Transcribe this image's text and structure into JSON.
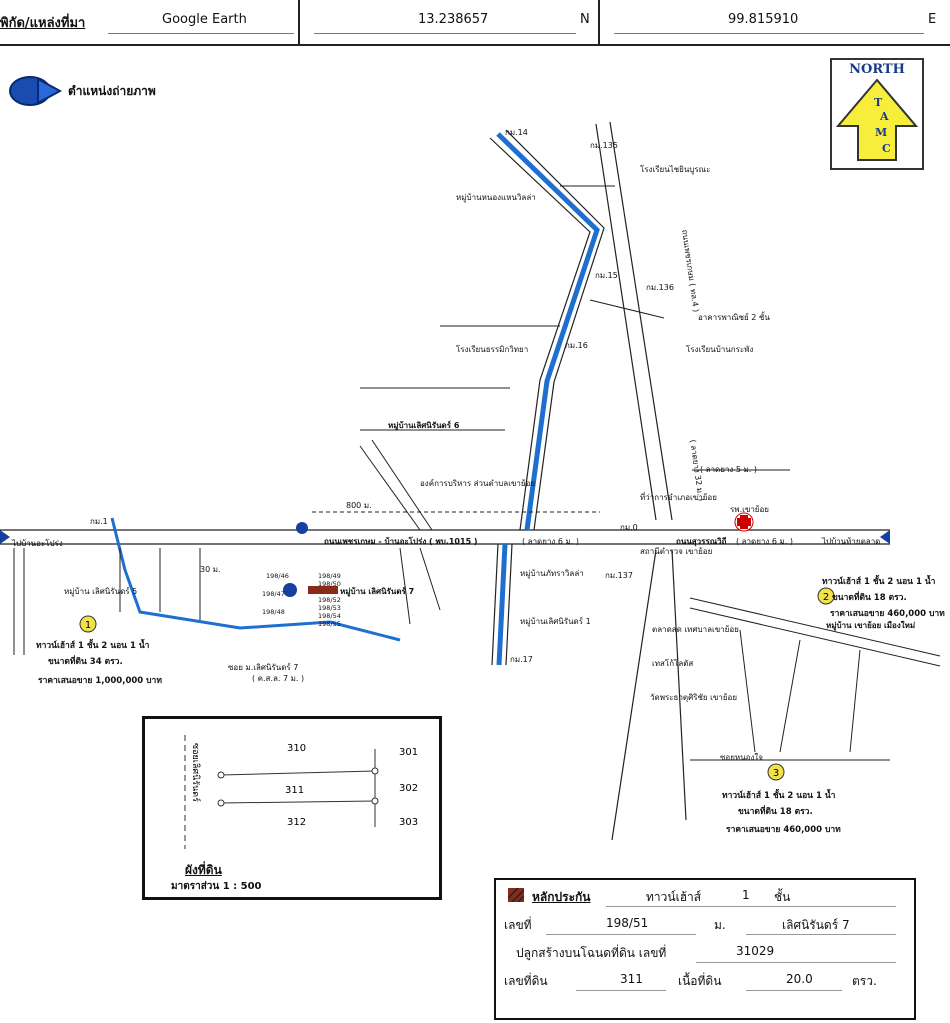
{
  "header": {
    "label": "พิกัด/แหล่งที่มา",
    "source": "Google Earth",
    "lat": "13.238657",
    "lat_dir": "N",
    "lon": "99.815910",
    "lon_dir": "E"
  },
  "legend": {
    "photo_position": "ตำแหน่งถ่ายภาพ"
  },
  "north_arrow": {
    "label": "NORTH",
    "letters": [
      "T",
      "A",
      "M",
      "C"
    ]
  },
  "map_labels": {
    "road_main": "ถนนเพชรเกษม - บ้านอะโปร่ง ( พบ.1015 )",
    "road_main_surface": "( ลาดยาง 6 ม. )",
    "road_east": "ถนนสุวรรณวิถี",
    "road_east_surface": "( ลาดยาง 6 ม. )",
    "to_east": "ไปบ้านท้ายตลาด",
    "to_west": "ไปบ้านอะโปร่ง",
    "km1": "กม.1",
    "km0": "กม.0",
    "km14": "กม.14",
    "km15": "กม.15",
    "km16": "กม.16",
    "km17": "กม.17",
    "km135": "กม.135",
    "km136": "กม.136",
    "km137": "กม.137",
    "dist800": "800 ม.",
    "dist30": "30 ม.",
    "phetkasem": "ถนนเพชรเกษม ( ทล.4 )",
    "lad_32": "( ลาดยาง 32 ม. )",
    "lad_5": "( ลาดยาง 5 ม. )",
    "school1": "โรงเรียนไชยินบูรณะ",
    "school2": "โรงเรียนบ้านกระพัง",
    "school3": "โรงเรียนธรรมิกวิทยา",
    "comm_bldg": "อาคารพาณิชย์ 2 ชั้น",
    "village_nongwa": "หมู่บ้านหนองแหนวิลล่า",
    "village_lert6": "หมู่บ้านเลิศนิรันดร์ 6",
    "village_lert7": "หมู่บ้าน เลิศนิรันดร์ 7",
    "village_lert5": "หมู่บ้าน เลิศนิรันดร์ 5",
    "village_lert1": "หมู่บ้านเลิศนิรันดร์ 1",
    "village_phatra": "หมู่บ้านภัทราวิลล่า",
    "village_khaoyoi": "หมู่บ้าน เขาย้อย เมืองใหม่",
    "obt": "องค์การบริหาร ส่วนตำบลเขาย้อย",
    "district": "ที่ว่าการอำเภอเขาย้อย",
    "police": "สถานีตำรวจ เขาย้อย",
    "hospital": "รพ.เขาย้อย",
    "market": "ตลาดสด เทศบาลเขาย้อย",
    "temple": "วัดพระธาตุศิริชัย เขาย้อย",
    "tesco": "เทสโก้โลตัส",
    "soi_lert7": "ซอย ม.เลิศนิรันดร์ 7",
    "soi_lert7_sub": "( ค.ส.ล. 7 ม. )",
    "soi_nongpai": "ซอยหนองใจ",
    "house_plots": [
      "198/46",
      "198/47",
      "198/48",
      "198/49",
      "198/50",
      "198/52",
      "198/53",
      "198/54",
      "198/55"
    ]
  },
  "callouts": [
    {
      "num": "1",
      "line1": "ทาวน์เฮ้าส์ 1 ชั้น 2 นอน 1 น้ำ",
      "line2": "ขนาดที่ดิน 34 ตรว.",
      "line3": "ราคาเสนอขาย 1,000,000 บาท"
    },
    {
      "num": "2",
      "line1": "ทาวน์เฮ้าส์ 1 ชั้น 2 นอน 1 น้ำ",
      "line2": "ขนาดที่ดิน 18 ตรว.",
      "line3": "ราคาเสนอขาย 460,000 บาท"
    },
    {
      "num": "3",
      "line1": "ทาวน์เฮ้าส์ 1 ชั้น 2 นอน 1 น้ำ",
      "line2": "ขนาดที่ดิน 18 ตรว.",
      "line3": "ราคาเสนอขาย 460,000 บาท"
    }
  ],
  "plan": {
    "road": "ซอยเลิศนิรันดร์",
    "parcels": [
      "310",
      "311",
      "312",
      "301",
      "302",
      "303"
    ],
    "title": "ผังที่ดิน",
    "scale": "มาตราส่วน 1 : 500"
  },
  "info": {
    "collateral": "หลักประกัน",
    "type": "ทาวน์เฮ้าส์",
    "floors": "1",
    "floor_unit": "ชั้น",
    "no_label": "เลขที่",
    "no_value": "198/51",
    "moo_label": "ม.",
    "moo_value": "เลิศนิรันดร์ 7",
    "deed_label": "ปลูกสร้างบนโฉนดที่ดิน เลขที่",
    "deed_value": "31029",
    "land_no_label": "เลขที่ดิน",
    "land_no_value": "311",
    "area_label": "เนื้อที่ดิน",
    "area_value": "20.0",
    "area_unit": "ตรว."
  },
  "colors": {
    "river": "#1f6fd1",
    "road_outline": "#222222",
    "callout": "#f2e24a",
    "pin": "#1540a0"
  }
}
